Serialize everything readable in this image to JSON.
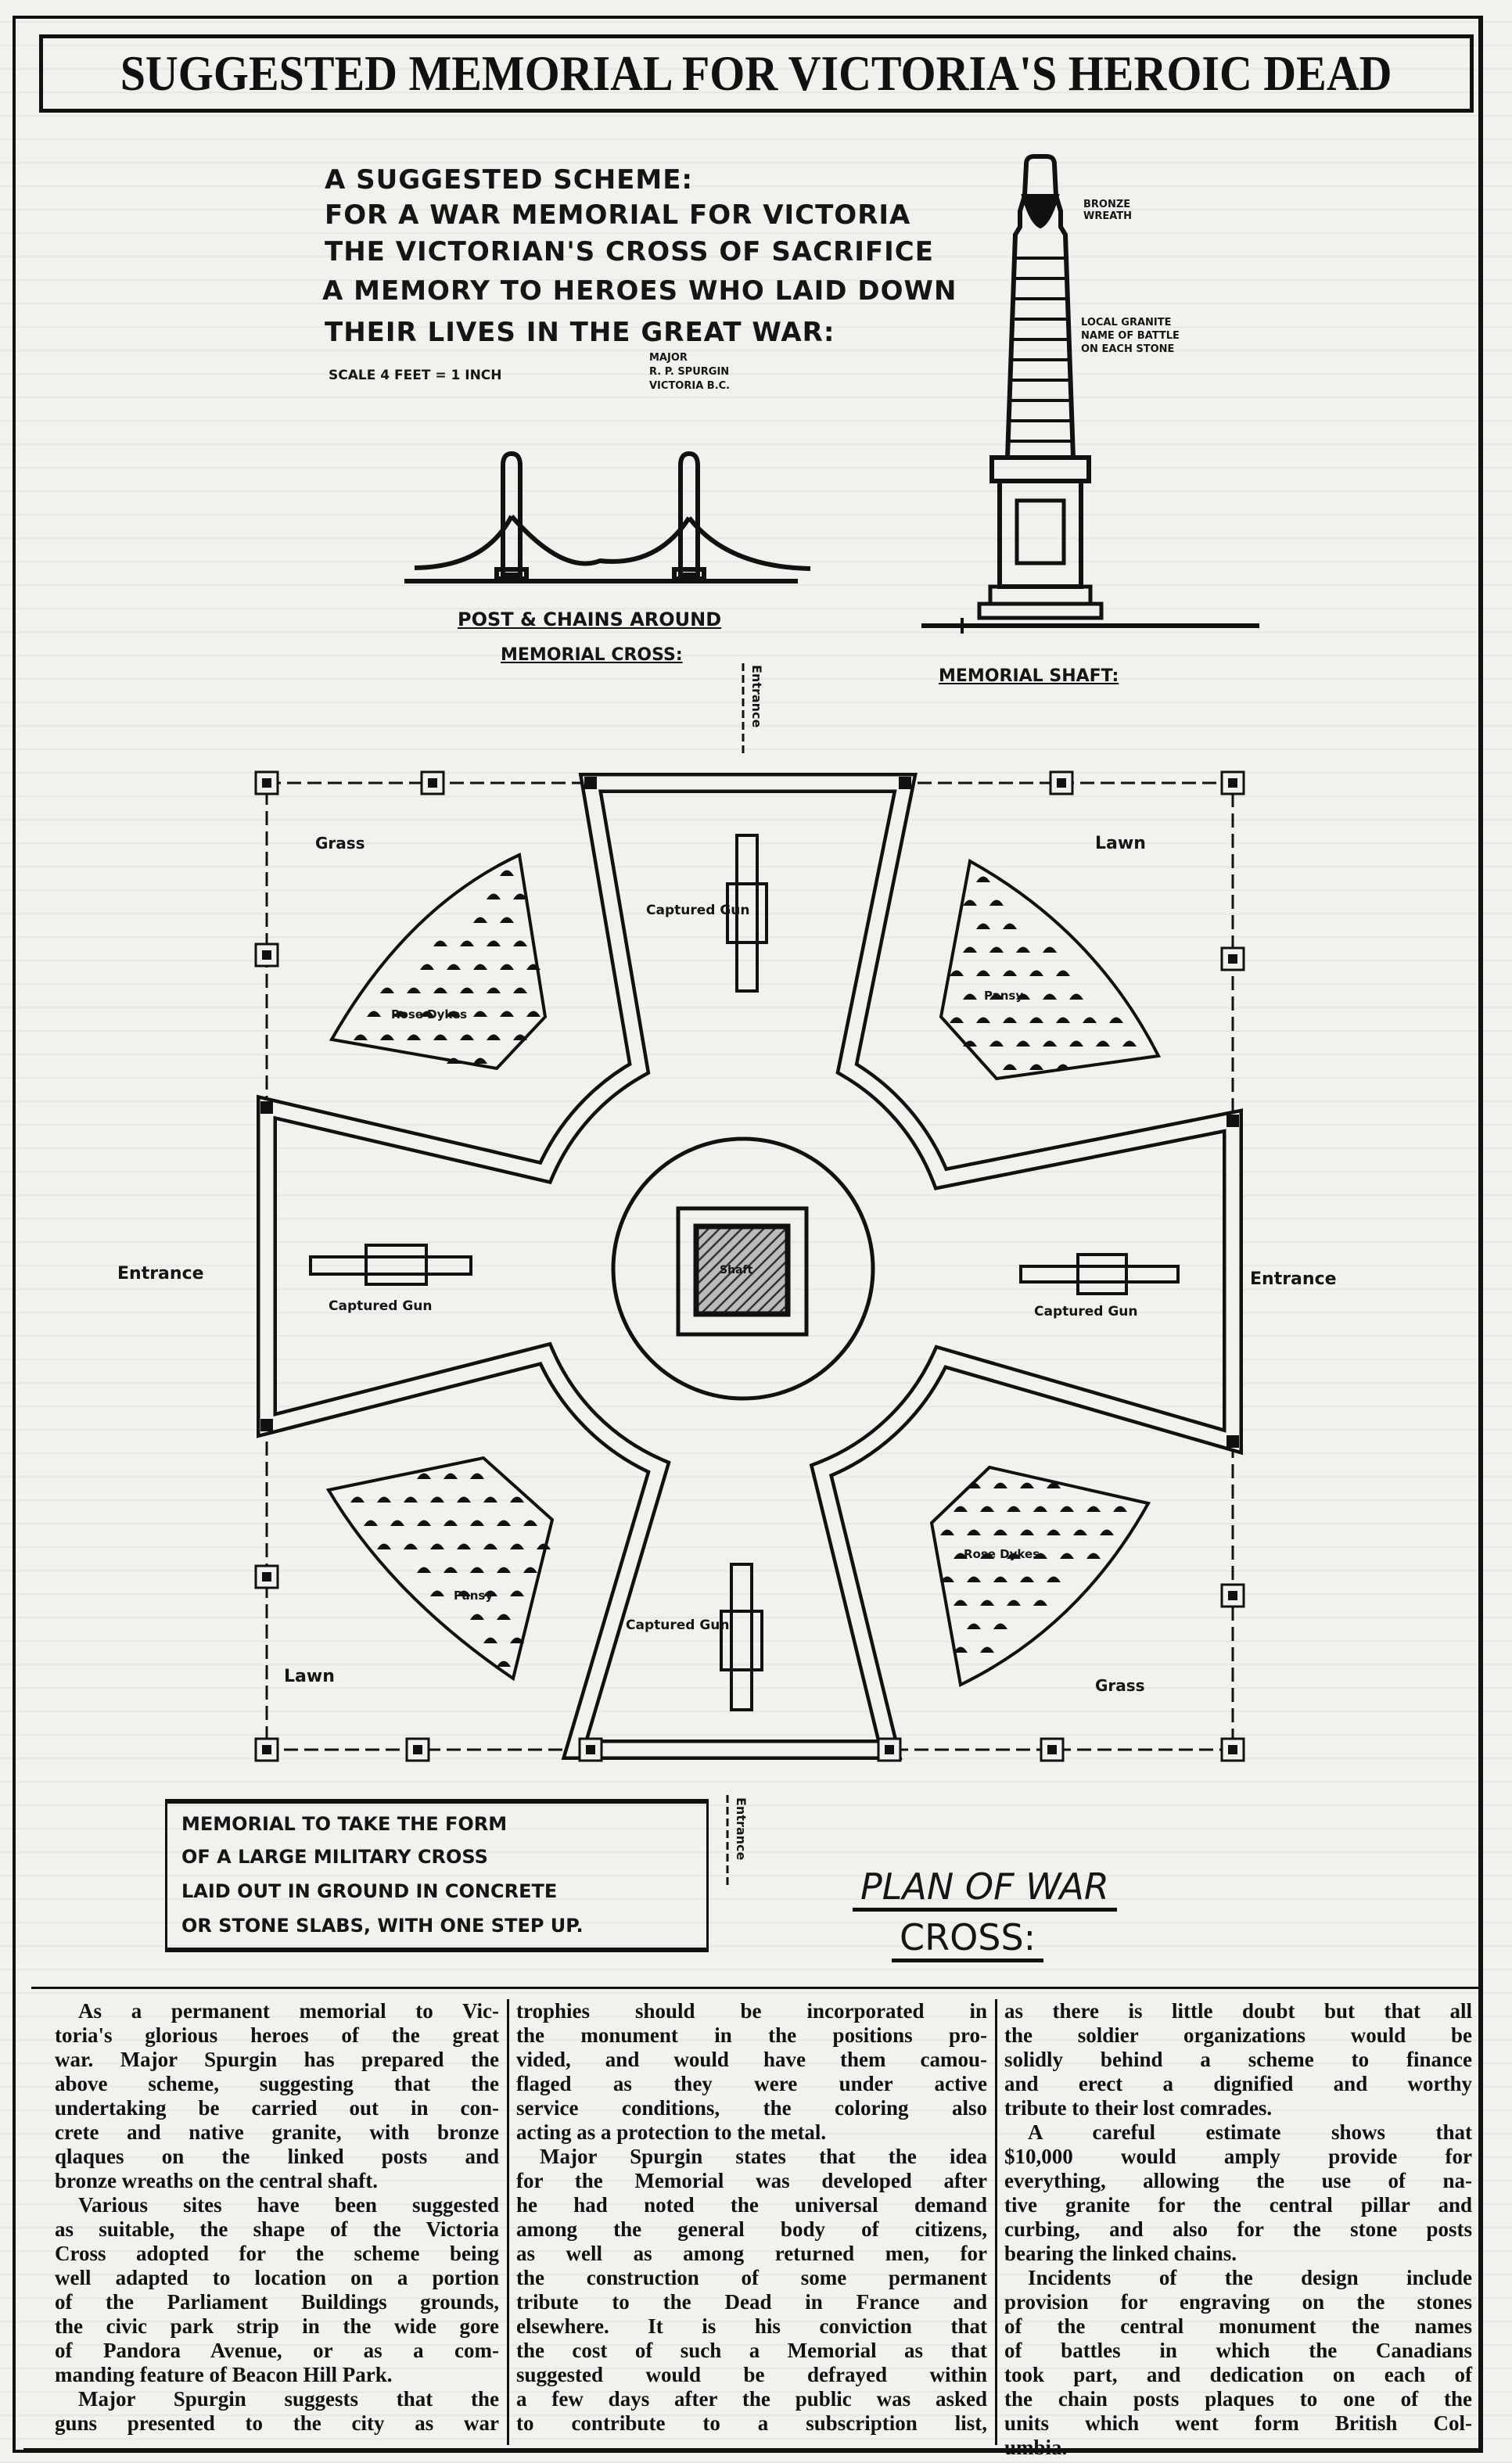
{
  "headline": "SUGGESTED MEMORIAL FOR VICTORIA'S HEROIC DEAD",
  "drawing": {
    "header_lines": [
      "A Suggested Scheme:",
      "for a War Memorial for Victoria",
      "The Victorian's Cross of Sacrifice",
      "A Memory to Heroes who Laid Down",
      "their Lives in The Great War:"
    ],
    "scale_note": "Scale 4 feet = 1 inch",
    "signature": [
      "Major",
      "R. P. Spurgin",
      "Victoria B.C."
    ],
    "shaft_labels": {
      "top": "Bronze Wreath",
      "middle": [
        "Local Granite",
        "Name of Battle",
        "on Each Stone"
      ],
      "caption": "Memorial Shaft:"
    },
    "post_chain_caption": [
      "Post & Chains Around",
      "Memorial Cross:"
    ],
    "plan": {
      "entrance": "Entrance",
      "captured_gun": "Captured Gun",
      "grass": "Grass",
      "lawn": "Lawn",
      "rose_bed": "Rose Dykes",
      "pansy_bed": "Pansy",
      "shaft": "Shaft"
    },
    "note_box": [
      "Memorial to take the form",
      "of a Large Military Cross",
      "Laid out in Ground in Concrete",
      "or Stone Slabs, with One Step Up."
    ],
    "plan_title": [
      "Plan of War",
      "Cross:"
    ]
  },
  "article": {
    "columns": [
      [
        {
          "text": "As a permanent memorial to Vic-",
          "indent": true
        },
        {
          "text": "toria's glorious heroes of the great"
        },
        {
          "text": "war. Major Spurgin has prepared the"
        },
        {
          "text": "above scheme, suggesting that the"
        },
        {
          "text": "undertaking be carried out in con-"
        },
        {
          "text": "crete and native granite, with bronze"
        },
        {
          "text": "qlaques on the linked posts and"
        },
        {
          "text": "bronze wreaths on the central shaft.",
          "end": true
        },
        {
          "text": "Various sites have been suggested",
          "indent": true
        },
        {
          "text": "as suitable, the shape of the Victoria"
        },
        {
          "text": "Cross adopted for the scheme being"
        },
        {
          "text": "well adapted to location on a portion"
        },
        {
          "text": "of the Parliament Buildings grounds,"
        },
        {
          "text": "the civic park strip in the wide gore"
        },
        {
          "text": "of Pandora Avenue, or as a com-"
        },
        {
          "text": "manding feature of Beacon Hill Park.",
          "end": true
        },
        {
          "text": "Major Spurgin suggests that the",
          "indent": true
        },
        {
          "text": "guns presented to the city as war"
        }
      ],
      [
        {
          "text": "trophies should be incorporated in"
        },
        {
          "text": "the monument in the positions pro-"
        },
        {
          "text": "vided, and would have them camou-"
        },
        {
          "text": "flaged as they were under active"
        },
        {
          "text": "service conditions, the coloring also"
        },
        {
          "text": "acting as a protection to the metal.",
          "end": true
        },
        {
          "text": "Major Spurgin states that the idea",
          "indent": true
        },
        {
          "text": "for the Memorial was developed after"
        },
        {
          "text": "he had noted the universal demand"
        },
        {
          "text": "among the general body of citizens,"
        },
        {
          "text": "as well as among returned men, for"
        },
        {
          "text": "the construction of some permanent"
        },
        {
          "text": "tribute to the Dead in France and"
        },
        {
          "text": "elsewhere. It is his conviction that"
        },
        {
          "text": "the cost of such a Memorial as that"
        },
        {
          "text": "suggested would be defrayed within"
        },
        {
          "text": "a few days after the public was asked"
        },
        {
          "text": "to contribute to a subscription list,"
        }
      ],
      [
        {
          "text": "as there is little doubt but that all"
        },
        {
          "text": "the soldier organizations would be"
        },
        {
          "text": "solidly behind a scheme to finance"
        },
        {
          "text": "and erect a dignified and worthy"
        },
        {
          "text": "tribute to their lost comrades.",
          "end": true
        },
        {
          "text": "A careful estimate shows that",
          "indent": true
        },
        {
          "text": "$10,000 would amply provide for"
        },
        {
          "text": "everything, allowing the use of na-"
        },
        {
          "text": "tive granite for the central pillar and"
        },
        {
          "text": "curbing, and also for the stone posts"
        },
        {
          "text": "bearing the linked chains.",
          "end": true
        },
        {
          "text": "Incidents of the design include",
          "indent": true
        },
        {
          "text": "provision for engraving on the stones"
        },
        {
          "text": "of the central monument the names"
        },
        {
          "text": "of battles in which the Canadians"
        },
        {
          "text": "took part, and dedication on each of"
        },
        {
          "text": "the chain posts plaques to one of the"
        },
        {
          "text": "units which went form British Col-"
        },
        {
          "text": "umbia.",
          "end": true
        }
      ]
    ]
  },
  "colors": {
    "ink": "#111111",
    "paper": "#f1f1ee",
    "hatch": "#555555"
  }
}
